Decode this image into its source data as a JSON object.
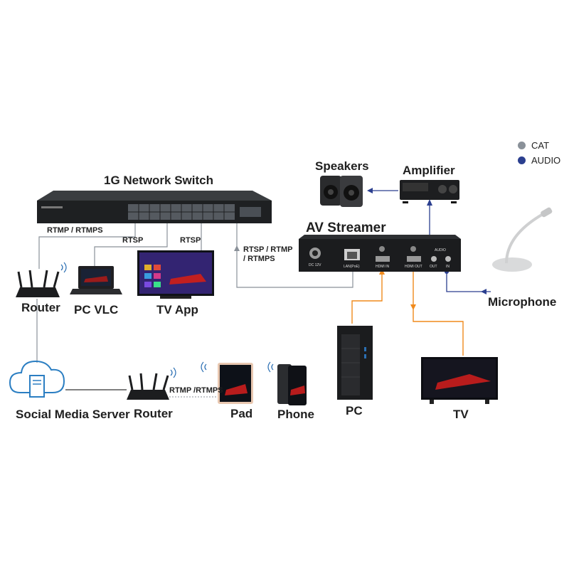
{
  "legend": {
    "cat": {
      "label": "CAT",
      "color": "#8a9199"
    },
    "audio": {
      "label": "AUDIO",
      "color": "#2b3f8f"
    }
  },
  "line_colors": {
    "cat": "#8a9199",
    "hdmi": "#f08a1c",
    "audio": "#2b3f8f"
  },
  "devices": {
    "switch": "1G Network Switch",
    "speakers": "Speakers",
    "amplifier": "Amplifier",
    "streamer": "AV Streamer",
    "microphone": "Microphone",
    "router_top": "Router",
    "pc_vlc": "PC VLC",
    "tv_app": "TV App",
    "social_server": "Social Media Server",
    "router_bottom": "Router",
    "pad": "Pad",
    "phone": "Phone",
    "pc": "PC",
    "tv": "TV"
  },
  "links": {
    "rtmp_rtmps_top": "RTMP / RTMPS",
    "rtsp_1": "RTSP",
    "rtsp_2": "RTSP",
    "rtsp_rtmp": "RTSP / RTMP",
    "rtmps": "/ RTMPS",
    "rtmp_rtmps_bottom": "RTMP /RTMPS"
  },
  "ports": {
    "dc": "DC 12V",
    "lan": "LAN(PoE)",
    "hdmi_in": "HDMI IN",
    "hdmi_out": "HDMI OUT",
    "audio": "AUDIO",
    "out": "OUT",
    "in": "IN"
  }
}
